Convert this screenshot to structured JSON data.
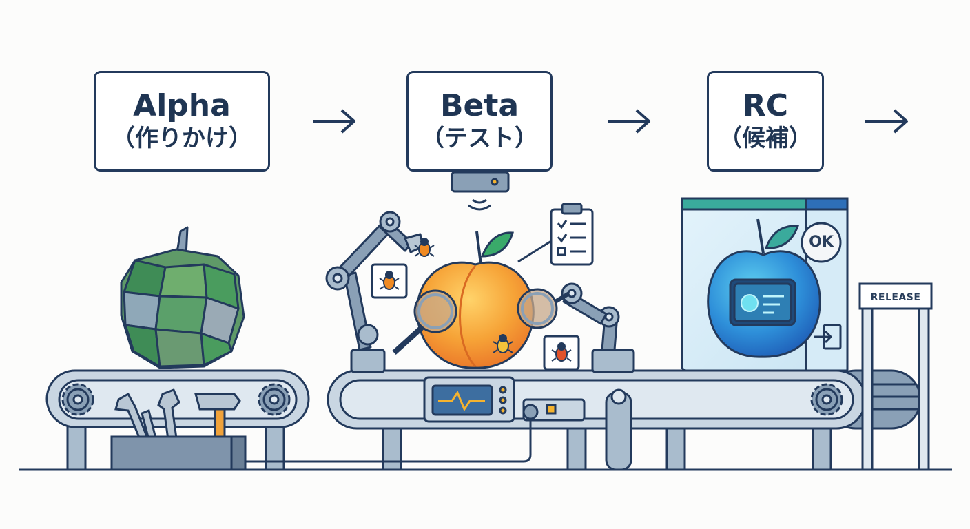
{
  "stages": [
    {
      "title": "Alpha",
      "subtitle": "（作りかけ）"
    },
    {
      "title": "Beta",
      "subtitle": "（テスト）"
    },
    {
      "title": "RC",
      "subtitle": "（候補）"
    }
  ],
  "release_gate": {
    "label": "RELEASE"
  },
  "ok_badge": {
    "label": "OK"
  },
  "colors": {
    "outline": "#233a5c",
    "belt": "#c9d6e2",
    "machine": "#8aa0b6",
    "green_apple": "#4f9a5a",
    "orange": "#f5a335",
    "blue_apple": "#2f8fd8",
    "teal": "#3aaa9c"
  },
  "icons": [
    "gear-icon",
    "wrench-icon",
    "hammer-icon",
    "toolbox-icon",
    "robot-arm-icon",
    "magnifier-icon",
    "bug-icon",
    "checklist-icon",
    "scanner-icon",
    "waveform-icon",
    "glass-case-icon",
    "exit-arrow-icon",
    "gate-icon"
  ]
}
